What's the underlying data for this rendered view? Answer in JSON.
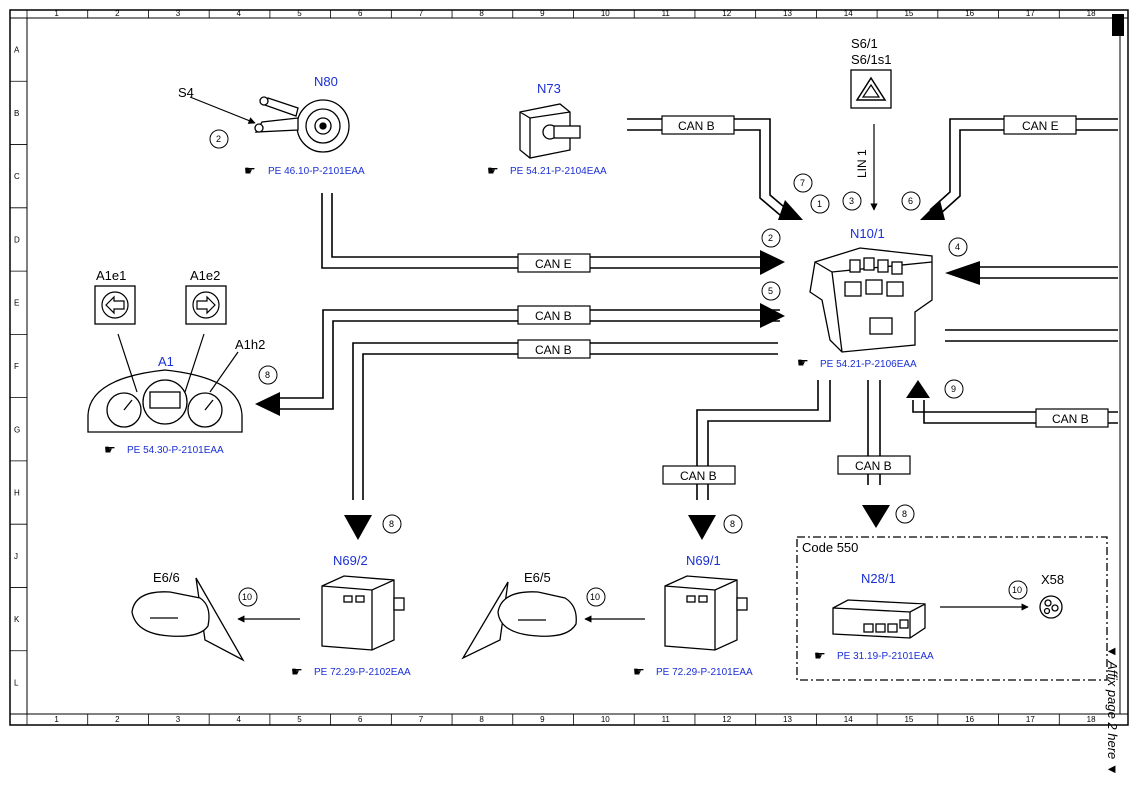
{
  "grid": {
    "columns": [
      "1",
      "2",
      "3",
      "4",
      "5",
      "6",
      "7",
      "8",
      "9",
      "10",
      "11",
      "12",
      "13",
      "14",
      "15",
      "16",
      "17",
      "18"
    ],
    "rows": [
      "A",
      "B",
      "C",
      "D",
      "E",
      "F",
      "G",
      "H",
      "J",
      "K",
      "L"
    ]
  },
  "components": {
    "s4": "S4",
    "n80": "N80",
    "n80_ref": "PE 46.10-P-2101EAA",
    "n73": "N73",
    "n73_ref": "PE 54.21-P-2104EAA",
    "s6_1": "S6/1",
    "s6_1s1": "S6/1s1",
    "n10_1": "N10/1",
    "n10_1_ref": "PE 54.21-P-2106EAA",
    "a1e1": "A1e1",
    "a1e2": "A1e2",
    "a1h2": "A1h2",
    "a1": "A1",
    "a1_ref": "PE 54.30-P-2101EAA",
    "n69_2": "N69/2",
    "n69_2_ref": "PE 72.29-P-2102EAA",
    "n69_1": "N69/1",
    "n69_1_ref": "PE 72.29-P-2101EAA",
    "e6_6": "E6/6",
    "e6_5": "E6/5",
    "code": "Code 550",
    "n28_1": "N28/1",
    "n28_1_ref": "PE 31.19-P-2101EAA",
    "x58": "X58"
  },
  "buses": {
    "can_b": "CAN B",
    "can_e": "CAN E",
    "lin1": "LIN 1"
  },
  "callouts": {
    "c1": "1",
    "c2": "2",
    "c3": "3",
    "c4": "4",
    "c5": "5",
    "c6": "6",
    "c7": "7",
    "c8": "8",
    "c9": "9",
    "c10": "10"
  },
  "side_note": "▼ Affix page 2 here ▼"
}
